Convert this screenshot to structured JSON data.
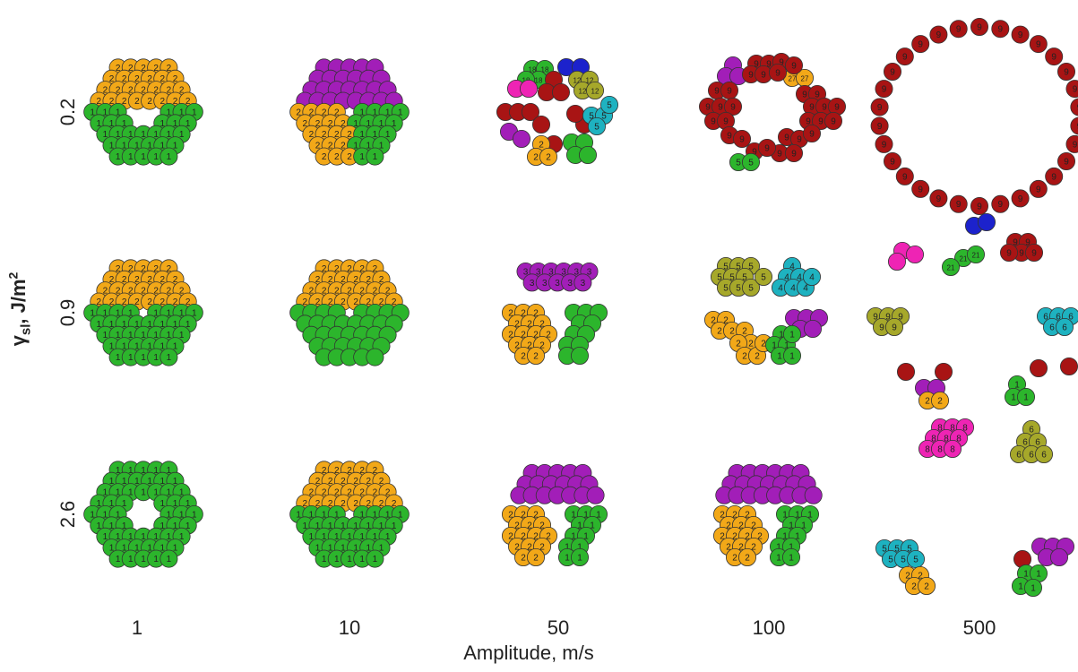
{
  "axes": {
    "xlabel": "Amplitude, m/s",
    "x_ticks": [
      "1",
      "10",
      "50",
      "100",
      "500"
    ],
    "ylabel_symbol": "γ",
    "ylabel_sub": "sl",
    "ylabel_unit": ", J/m",
    "ylabel_sup": "2",
    "y_ticks": [
      "0.2",
      "0.9",
      "2.6"
    ]
  },
  "colors": {
    "green": "#2cb52c",
    "orange": "#f2a818",
    "purple": "#a21eb8",
    "darkred": "#a81414",
    "olive": "#a6a82a",
    "cyan": "#1eb2c0",
    "magenta": "#ee24b4",
    "blue": "#1c22cc",
    "outline": "#333333"
  },
  "grid": [
    {
      "gamma": "0.2",
      "panels": [
        {
          "amplitude": "1",
          "fragments": [
            {
              "color": "orange",
              "label": "2",
              "shape": "cap"
            },
            {
              "color": "green",
              "label": "1",
              "shape": "ring_bottom"
            }
          ]
        },
        {
          "amplitude": "10",
          "fragments": [
            {
              "color": "purple",
              "label": "",
              "shape": "cap"
            },
            {
              "color": "orange",
              "label": "2",
              "shape": "lower_left"
            },
            {
              "color": "green",
              "label": "1",
              "shape": "lower_right"
            }
          ]
        },
        {
          "amplitude": "50",
          "fragments": [
            {
              "color": "green",
              "label": "18"
            },
            {
              "color": "blue",
              "label": ""
            },
            {
              "color": "olive",
              "label": "12"
            },
            {
              "color": "magenta",
              "label": ""
            },
            {
              "color": "darkred",
              "label": ""
            },
            {
              "color": "cyan",
              "label": "5"
            },
            {
              "color": "purple",
              "label": ""
            },
            {
              "color": "orange",
              "label": "2"
            },
            {
              "color": "green",
              "label": ""
            }
          ]
        },
        {
          "amplitude": "100",
          "fragments": [
            {
              "color": "purple",
              "label": ""
            },
            {
              "color": "orange",
              "label": "27"
            },
            {
              "color": "darkred",
              "label": "9"
            },
            {
              "color": "green",
              "label": "5"
            }
          ]
        },
        {
          "amplitude": "500",
          "fragments": [
            {
              "color": "darkred",
              "label": "9"
            },
            {
              "color": "green",
              "label": "21"
            },
            {
              "color": "blue",
              "label": ""
            },
            {
              "color": "magenta",
              "label": ""
            }
          ]
        }
      ]
    },
    {
      "gamma": "0.9",
      "panels": [
        {
          "amplitude": "1",
          "fragments": [
            {
              "color": "orange",
              "label": "2",
              "shape": "cap"
            },
            {
              "color": "green",
              "label": "1",
              "shape": "bowl"
            }
          ]
        },
        {
          "amplitude": "10",
          "fragments": [
            {
              "color": "orange",
              "label": "2",
              "shape": "cap"
            },
            {
              "color": "green",
              "label": "",
              "shape": "bowl"
            }
          ]
        },
        {
          "amplitude": "50",
          "fragments": [
            {
              "color": "purple",
              "label": "3"
            },
            {
              "color": "orange",
              "label": "2"
            },
            {
              "color": "green",
              "label": ""
            }
          ]
        },
        {
          "amplitude": "100",
          "fragments": [
            {
              "color": "olive",
              "label": "5"
            },
            {
              "color": "cyan",
              "label": "4"
            },
            {
              "color": "orange",
              "label": "2"
            },
            {
              "color": "purple",
              "label": ""
            },
            {
              "color": "green",
              "label": "1"
            }
          ]
        },
        {
          "amplitude": "500",
          "fragments": [
            {
              "color": "olive",
              "label": "9"
            },
            {
              "color": "cyan",
              "label": "6"
            },
            {
              "color": "darkred",
              "label": ""
            },
            {
              "color": "purple",
              "label": ""
            },
            {
              "color": "orange",
              "label": "2"
            },
            {
              "color": "green",
              "label": "1"
            },
            {
              "color": "magenta",
              "label": "8"
            },
            {
              "color": "olive",
              "label": "6"
            }
          ]
        }
      ]
    },
    {
      "gamma": "2.6",
      "panels": [
        {
          "amplitude": "1",
          "fragments": [
            {
              "color": "green",
              "label": "1",
              "shape": "ring"
            }
          ]
        },
        {
          "amplitude": "10",
          "fragments": [
            {
              "color": "orange",
              "label": "2",
              "shape": "cap"
            },
            {
              "color": "green",
              "label": "1",
              "shape": "bowl"
            }
          ]
        },
        {
          "amplitude": "50",
          "fragments": [
            {
              "color": "purple",
              "label": ""
            },
            {
              "color": "orange",
              "label": "2"
            },
            {
              "color": "green",
              "label": "1"
            }
          ]
        },
        {
          "amplitude": "100",
          "fragments": [
            {
              "color": "purple",
              "label": ""
            },
            {
              "color": "orange",
              "label": "2"
            },
            {
              "color": "green",
              "label": "1"
            }
          ]
        },
        {
          "amplitude": "500",
          "fragments": [
            {
              "color": "cyan",
              "label": "5"
            },
            {
              "color": "orange",
              "label": "2"
            },
            {
              "color": "darkred",
              "label": ""
            },
            {
              "color": "purple",
              "label": ""
            },
            {
              "color": "green",
              "label": "1"
            }
          ]
        }
      ]
    }
  ]
}
